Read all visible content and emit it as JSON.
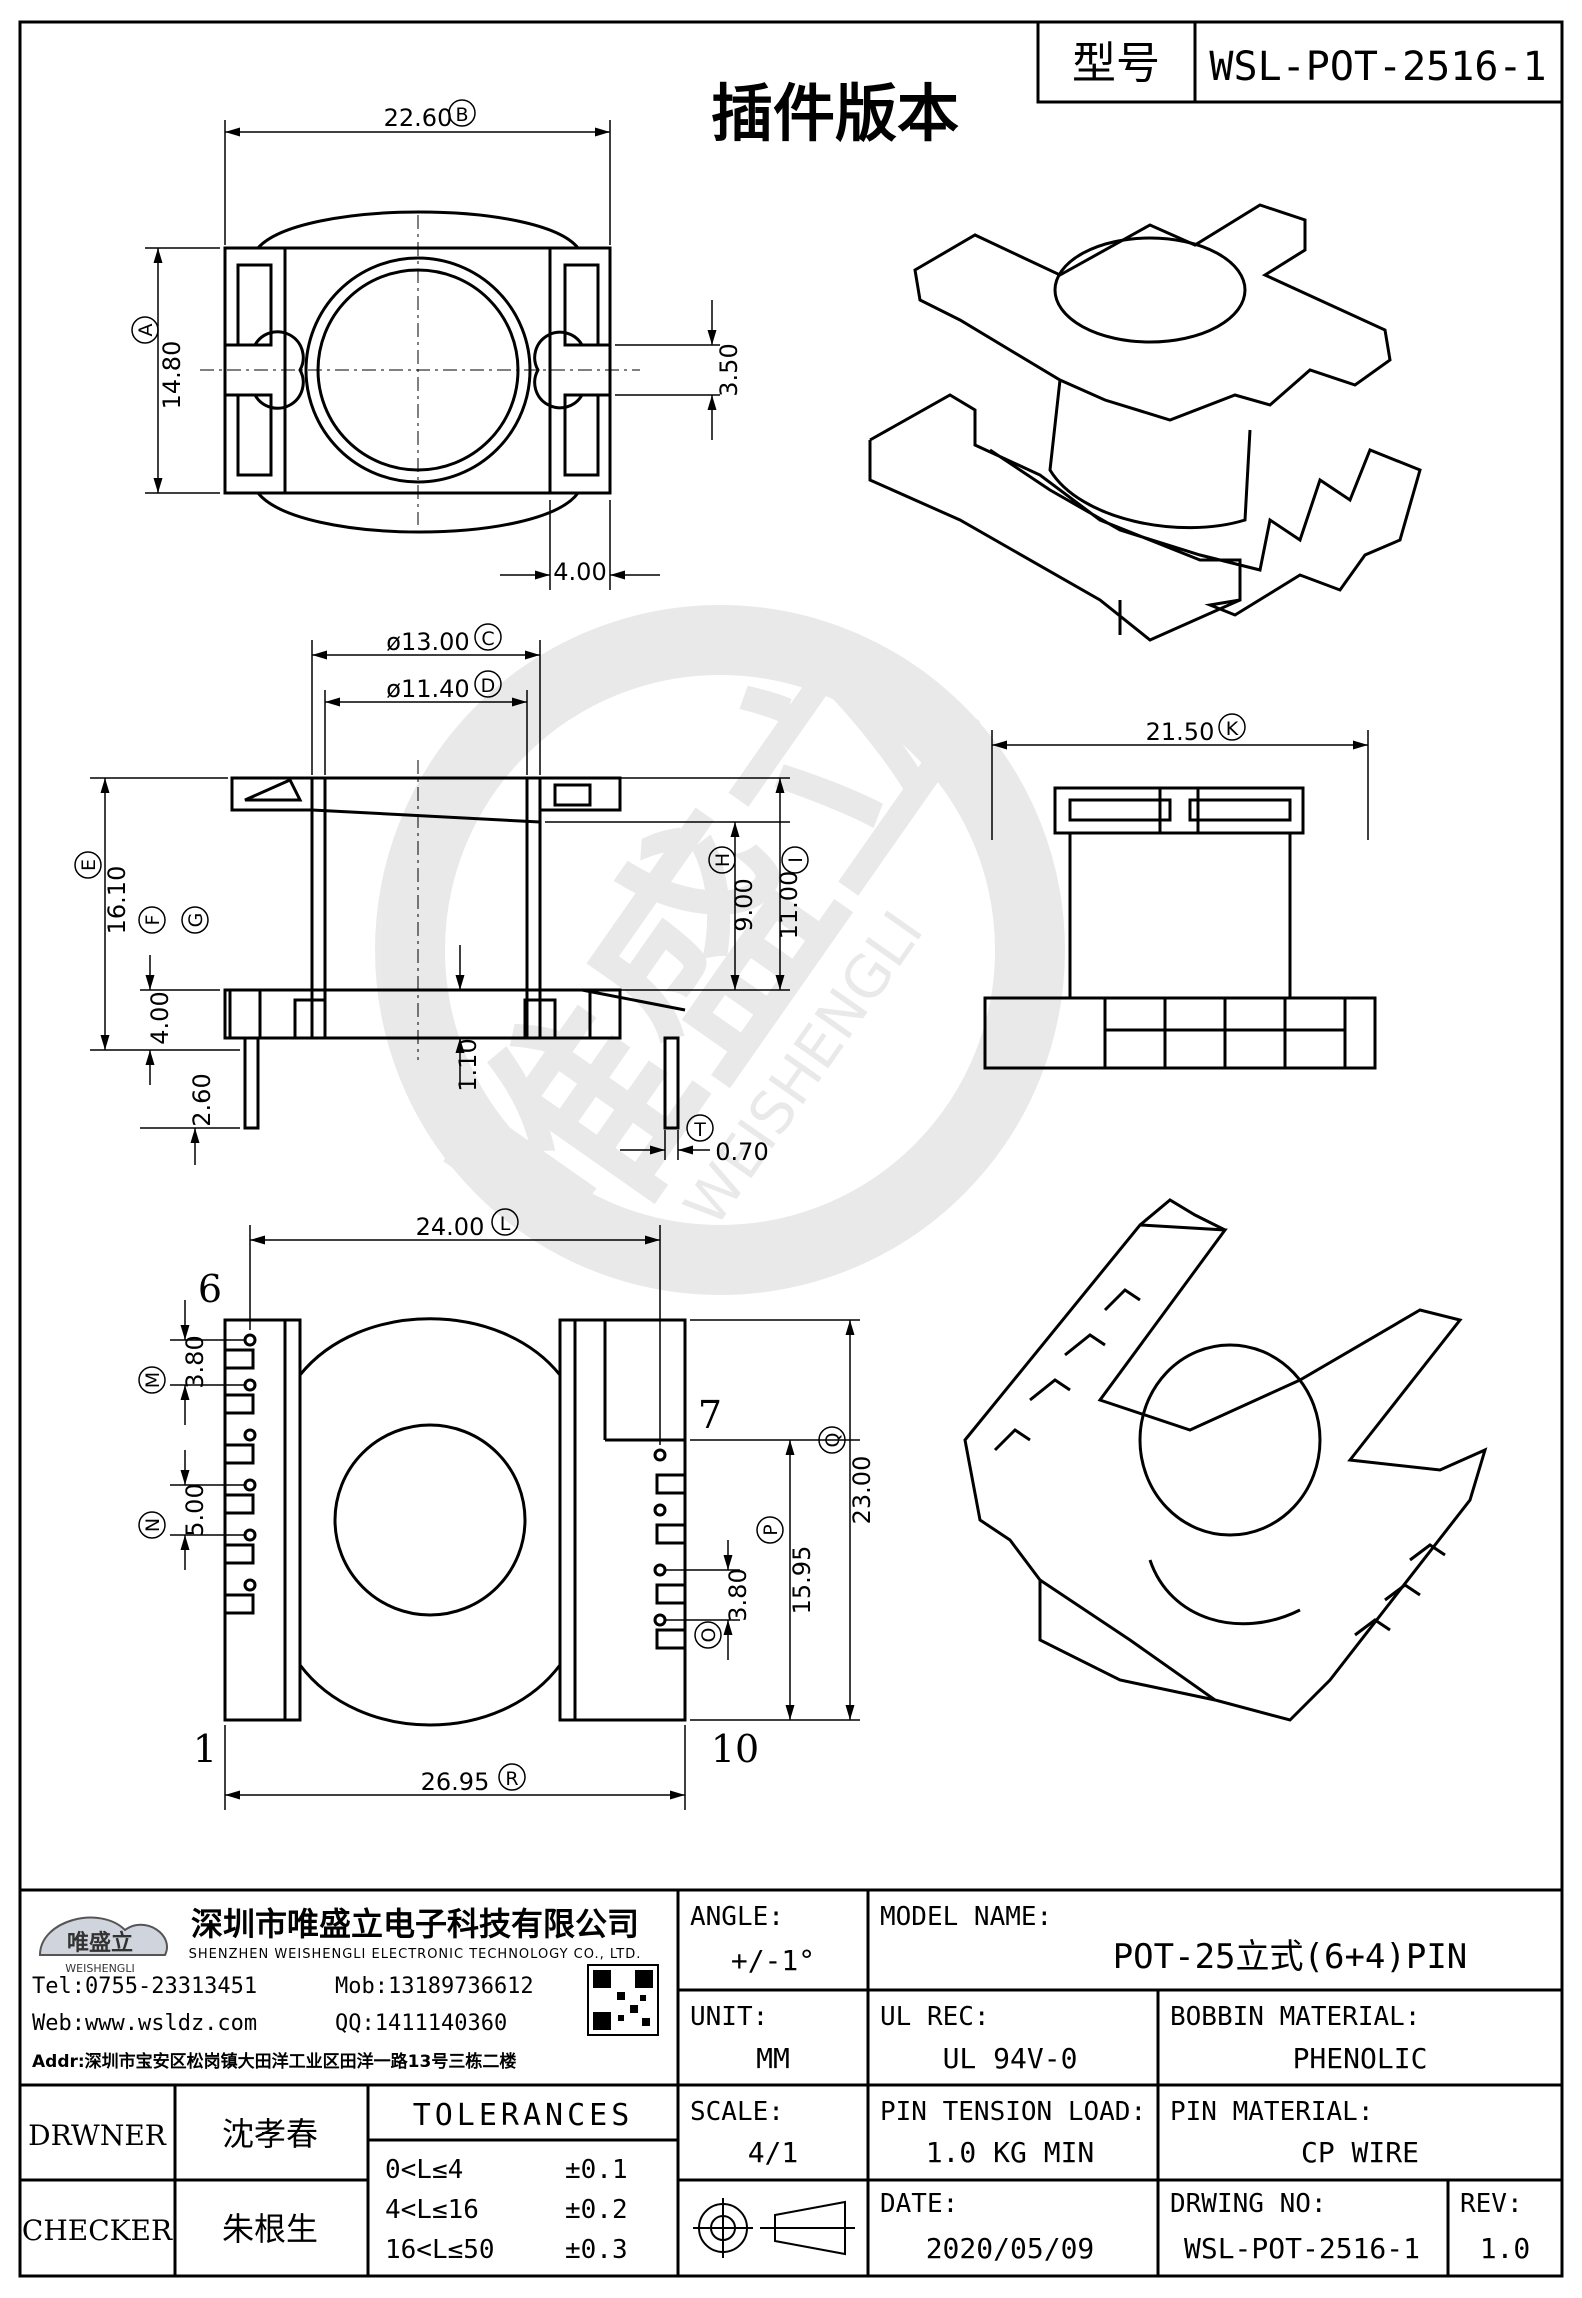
{
  "header": {
    "model_label": "型号",
    "model_value": "WSL-POT-2516-1",
    "title": "插件版本"
  },
  "watermark": {
    "brand_cn": "唯盛立",
    "brand_en": "WEISHENGLI"
  },
  "top_view": {
    "dim_width": "22.60",
    "dim_width_tag": "B",
    "dim_height": "14.80",
    "dim_height_tag": "A",
    "dim_slot": "3.50",
    "dim_flange": "4.00"
  },
  "side_view": {
    "dim_outer_dia": "ø13.00",
    "dim_outer_dia_tag": "C",
    "dim_inner_dia": "ø11.40",
    "dim_inner_dia_tag": "D",
    "dim_total_h": "16.10",
    "dim_total_h_tag": "E",
    "dim_f_tag": "F",
    "dim_g_tag": "G",
    "dim_base_h": "4.00",
    "dim_pin_stub": "2.60",
    "dim_winding_h": "9.00",
    "dim_winding_h_tag": "H",
    "dim_inner_h": "11.00",
    "dim_inner_h_tag": "I",
    "dim_flange_t": "1.10",
    "dim_pin_dia": "0.70",
    "dim_pin_dia_tag": "T"
  },
  "front_view": {
    "dim_width": "21.50",
    "dim_width_tag": "K"
  },
  "bottom_view": {
    "dim_pin_span": "24.00",
    "dim_pin_span_tag": "L",
    "dim_overall_w": "26.95",
    "dim_overall_w_tag": "R",
    "dim_pitch": "3.80",
    "dim_pitch_tag": "M",
    "dim_gap": "5.00",
    "dim_gap_tag": "N",
    "dim_pitch_right": "3.80",
    "dim_pitch_right_tag": "O",
    "dim_mid": "15.95",
    "dim_mid_tag": "P",
    "dim_length": "23.00",
    "dim_length_tag": "Q",
    "pin_1": "1",
    "pin_6": "6",
    "pin_7": "7",
    "pin_10": "10"
  },
  "company": {
    "logo_cn": "唯盛立",
    "logo_en": "WEISHENGLI",
    "name_cn": "深圳市唯盛立电子科技有限公司",
    "name_en": "SHENZHEN WEISHENGLI ELECTRONIC TECHNOLOGY CO., LTD.",
    "tel": "Tel:0755-23313451",
    "mob": "Mob:13189736612",
    "web": "Web:www.wsldz.com",
    "qq": "QQ:1411140360",
    "addr": "Addr:深圳市宝安区松岗镇大田洋工业区田洋一路13号三栋二楼"
  },
  "title_block": {
    "angle_label": "ANGLE:",
    "angle_value": "+/-1°",
    "model_name_label": "MODEL NAME:",
    "model_name_value": "POT-25立式(6+4)PIN",
    "unit_label": "UNIT:",
    "unit_value": "MM",
    "ul_label": "UL REC:",
    "ul_value": "UL 94V-0",
    "bobbin_label": "BOBBIN MATERIAL:",
    "bobbin_value": "PHENOLIC",
    "scale_label": "SCALE:",
    "scale_value": "4/1",
    "tension_label": "PIN TENSION LOAD:",
    "tension_value": "1.0 KG MIN",
    "pin_mat_label": "PIN MATERIAL:",
    "pin_mat_value": "CP WIRE",
    "date_label": "DATE:",
    "date_value": "2020/05/09",
    "drw_no_label": "DRWING NO:",
    "drw_no_value": "WSL-POT-2516-1",
    "rev_label": "REV:",
    "rev_value": "1.0",
    "drawner_label": "DRWNER",
    "drawner_value": "沈孝春",
    "checker_label": "CHECKER",
    "checker_value": "朱根生",
    "tol_title": "TOLERANCES",
    "tol_rows": [
      {
        "range": "0<L≤4",
        "tol": "±0.1"
      },
      {
        "range": "4<L≤16",
        "tol": "±0.2"
      },
      {
        "range": "16<L≤50",
        "tol": "±0.3"
      }
    ]
  }
}
